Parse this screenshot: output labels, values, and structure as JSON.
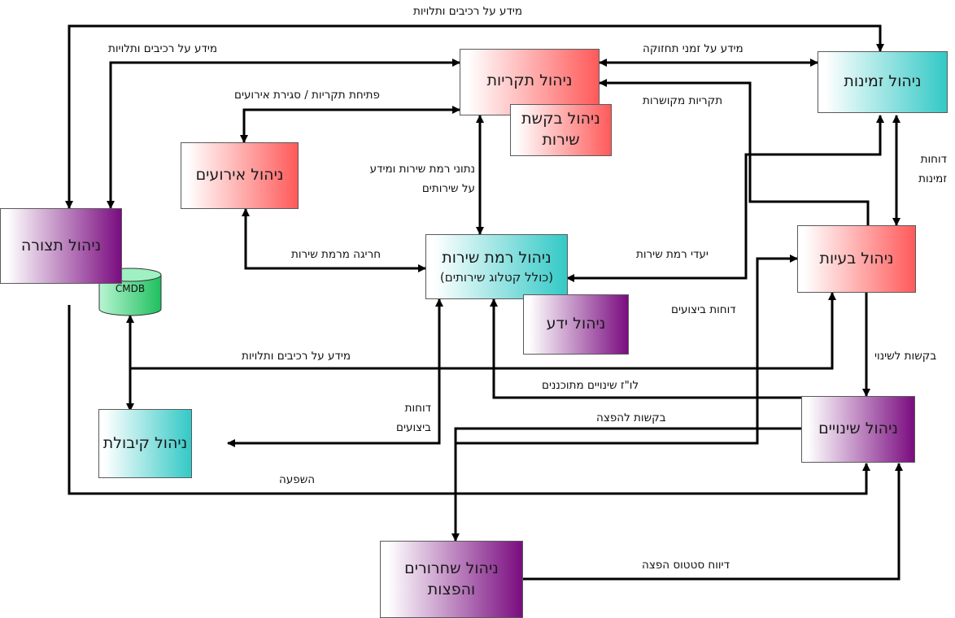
{
  "nodes": {
    "incident": {
      "label": "ניהול תקריות",
      "color": "#ff5a5a"
    },
    "service_request": {
      "label": "ניהול בקשת שירות",
      "color": "#ff5a5a"
    },
    "availability": {
      "label": "ניהול זמינות",
      "color": "#33c9c6"
    },
    "event": {
      "label": "ניהול אירועים",
      "color": "#ff5a5a"
    },
    "configuration": {
      "label": "ניהול תצורה",
      "color": "#7a0c80"
    },
    "cmdb": {
      "label": "CMDB",
      "color": "#2ecc71"
    },
    "service_level": {
      "label": "ניהול רמת שירות",
      "sublabel": "(כולל קטלוג שירותים)",
      "color": "#33c9c6"
    },
    "knowledge": {
      "label": "ניהול ידע",
      "color": "#7a0c80"
    },
    "problem": {
      "label": "ניהול בעיות",
      "color": "#ff5a5a"
    },
    "capacity": {
      "label": "ניהול קיבולת",
      "color": "#33c9c6"
    },
    "change": {
      "label": "ניהול שינויים",
      "color": "#7a0c80"
    },
    "release": {
      "label": "ניהול שחרורים והפצות",
      "color": "#7a0c80"
    }
  },
  "edges": {
    "ci_info_top": "מידע על רכיבים ותלויות",
    "ci_info_incident": "מידע על רכיבים ותלויות",
    "maintenance_times": "מידע על זמני תחזוקה",
    "related_incidents": "תקריות מקושרות",
    "open_incidents_close_events": "פתיחת תקריות / סגירת אירועים",
    "sl_data": "נתוני רמת שירות ומידע על שירותים",
    "sl_breach": "חריגה מרמת שירות",
    "availability_reports": "דוחות זמינות",
    "sl_targets": "יעדי רמת שירות",
    "performance_reports_problem": "דוחות ביצועים",
    "change_requests": "בקשות לשינוי",
    "ci_info_bottom": "מידע על רכיבים ותלויות",
    "change_schedule": "לו\"ז שינויים מתוכננים",
    "performance_reports_capacity": "דוחות ביצועים",
    "release_requests": "בקשות להפצה",
    "impact": "השפעה",
    "release_status": "דיווח סטטוס הפצה"
  }
}
